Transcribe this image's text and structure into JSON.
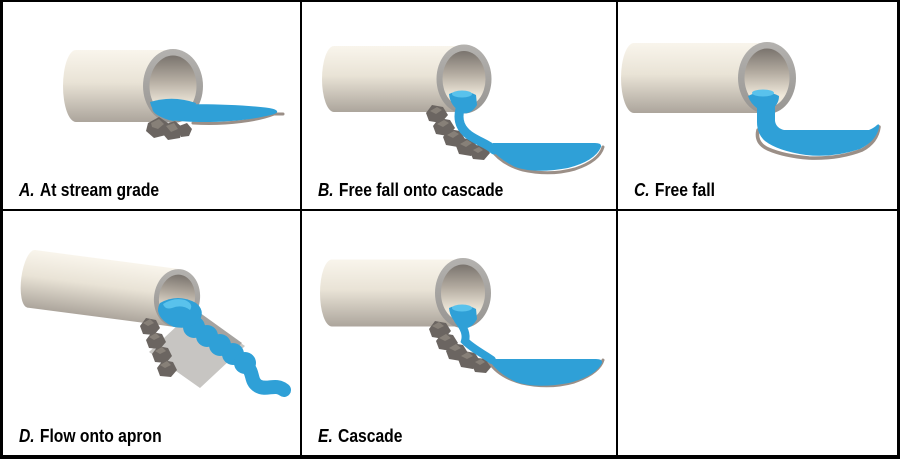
{
  "panels": [
    {
      "letter": "A.",
      "label": "At stream grade"
    },
    {
      "letter": "B.",
      "label": "Free fall onto cascade"
    },
    {
      "letter": "C.",
      "label": "Free fall"
    },
    {
      "letter": "D.",
      "label": "Flow onto apron"
    },
    {
      "letter": "E.",
      "label": "Cascade"
    }
  ],
  "colors": {
    "water": "#2FA0D7",
    "water_highlight": "#59C2EC",
    "pipe_light": "#F9F5EC",
    "pipe_dark": "#ACA59C",
    "pipe_rim": "#A8A6A3",
    "pipe_interior_dark": "#7A746E",
    "rock": "#6B6561",
    "rock_highlight": "#878078",
    "streambed_shadow": "#9B8F87",
    "apron": "#C7C5C2",
    "border": "#000000",
    "background": "#FFFFFF"
  }
}
